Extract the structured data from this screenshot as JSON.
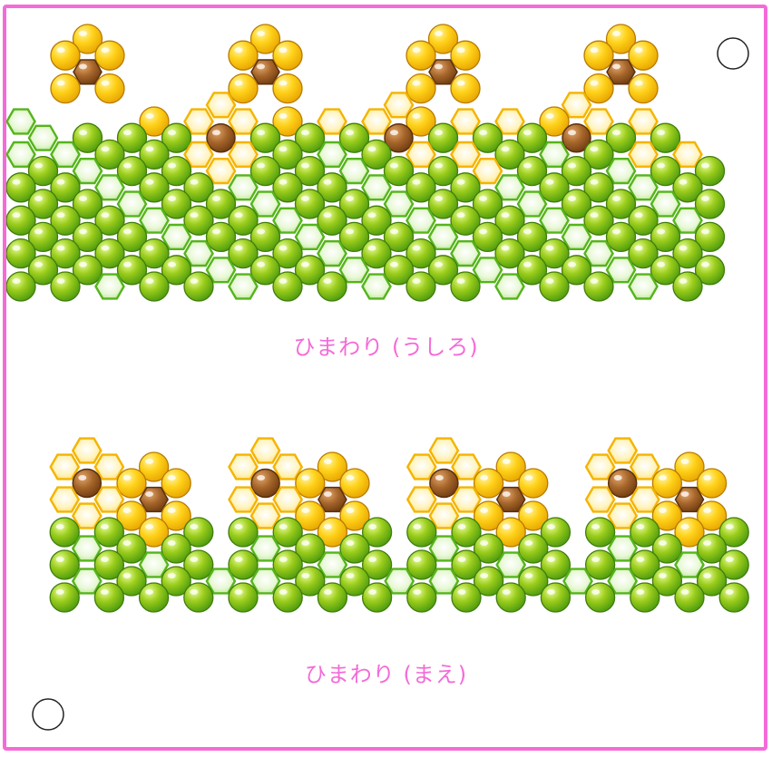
{
  "colors": {
    "border": "#f46bd8",
    "title": "#f46bd8",
    "green": "#8cc21a",
    "yellow": "#f9c800",
    "brown": "#9a5a24",
    "pale_yellow_hex": "#fff1b0",
    "pale_green_hex": "#e3f6cf"
  },
  "back": {
    "title": "ひまわり (うしろ)",
    "rows": [
      "...Y.......Y.......Y.......Y....",
      "..Y.Y.....Y.Y.....Y.Y.....Y.Y...",
      "...B.......B.......B.......B....",
      "..Y.Y.....Y.Y.....Y.Y.....Y.Y...",
      ".........h.......h.......h......",
      "g.....Y.h.h.Y.h.h.Y.h.h.Y.h.h...",
      ".g.G.G.G.b.G.G.G.b.G.G.G.b.G.G..",
      "g.g.G.G.h.h.G.g.G.h.h.G.g.G.h.h.",
      ".G.g.G.G.h.G.G.g.G.G.h.G.G.g.G.G",
      "G.G.g.G.G.g.G.G.g.G.G.g.G.G.g.G.",
      ".G.G.g.G.G.g.G.G.g.G.G.g.G.G.g.G",
      "G.G.G.g.G.G.g.G.G.g.G.G.g.G.G.g.",
      ".G.G.G.g.G.G.g.G.G.g.G.G.g.G.G.G",
      "G.G.G.G.g.G.G.g.G.G.g.G.G.g.G.G.",
      ".G.G.G.G.g.G.G.g.G.G.g.G.G.g.G.G",
      "G.G.g.G.G.g.G.G.g.G.G.g.G.G.g.G."
    ]
  },
  "front": {
    "title": "ひまわり (まえ)",
    "rows": [
      "...h.......h.......h.......h......",
      "..h.h.Y...h.h.Y...h.h.Y...h.h.Y...",
      "...b.Y.Y...b.Y.Y...b.Y.Y...b.Y.Y..",
      "..h.h.B...h.h.B...h.h.B...h.h.B...",
      "...h.Y.Y...h.Y.Y...h.Y.Y...h.Y.Y..",
      "..G.G.Y.G.G.G.Y.G.G.G.Y.G.G.G.Y.G.",
      "...g.G.G...g.G.G...g.G.G...g.G.G..",
      "..G.G.g.G.G.G.g.G.G.G.g.G.G.G.g.G.",
      "...g.G.G.g.g.G.G.g.g.G.G.g.g.G.G..",
      "..G.G.G.G.G.G.G.G.G.G.G.G.G.G.G.G."
    ]
  },
  "holes": [
    "top-right",
    "bottom-left"
  ]
}
